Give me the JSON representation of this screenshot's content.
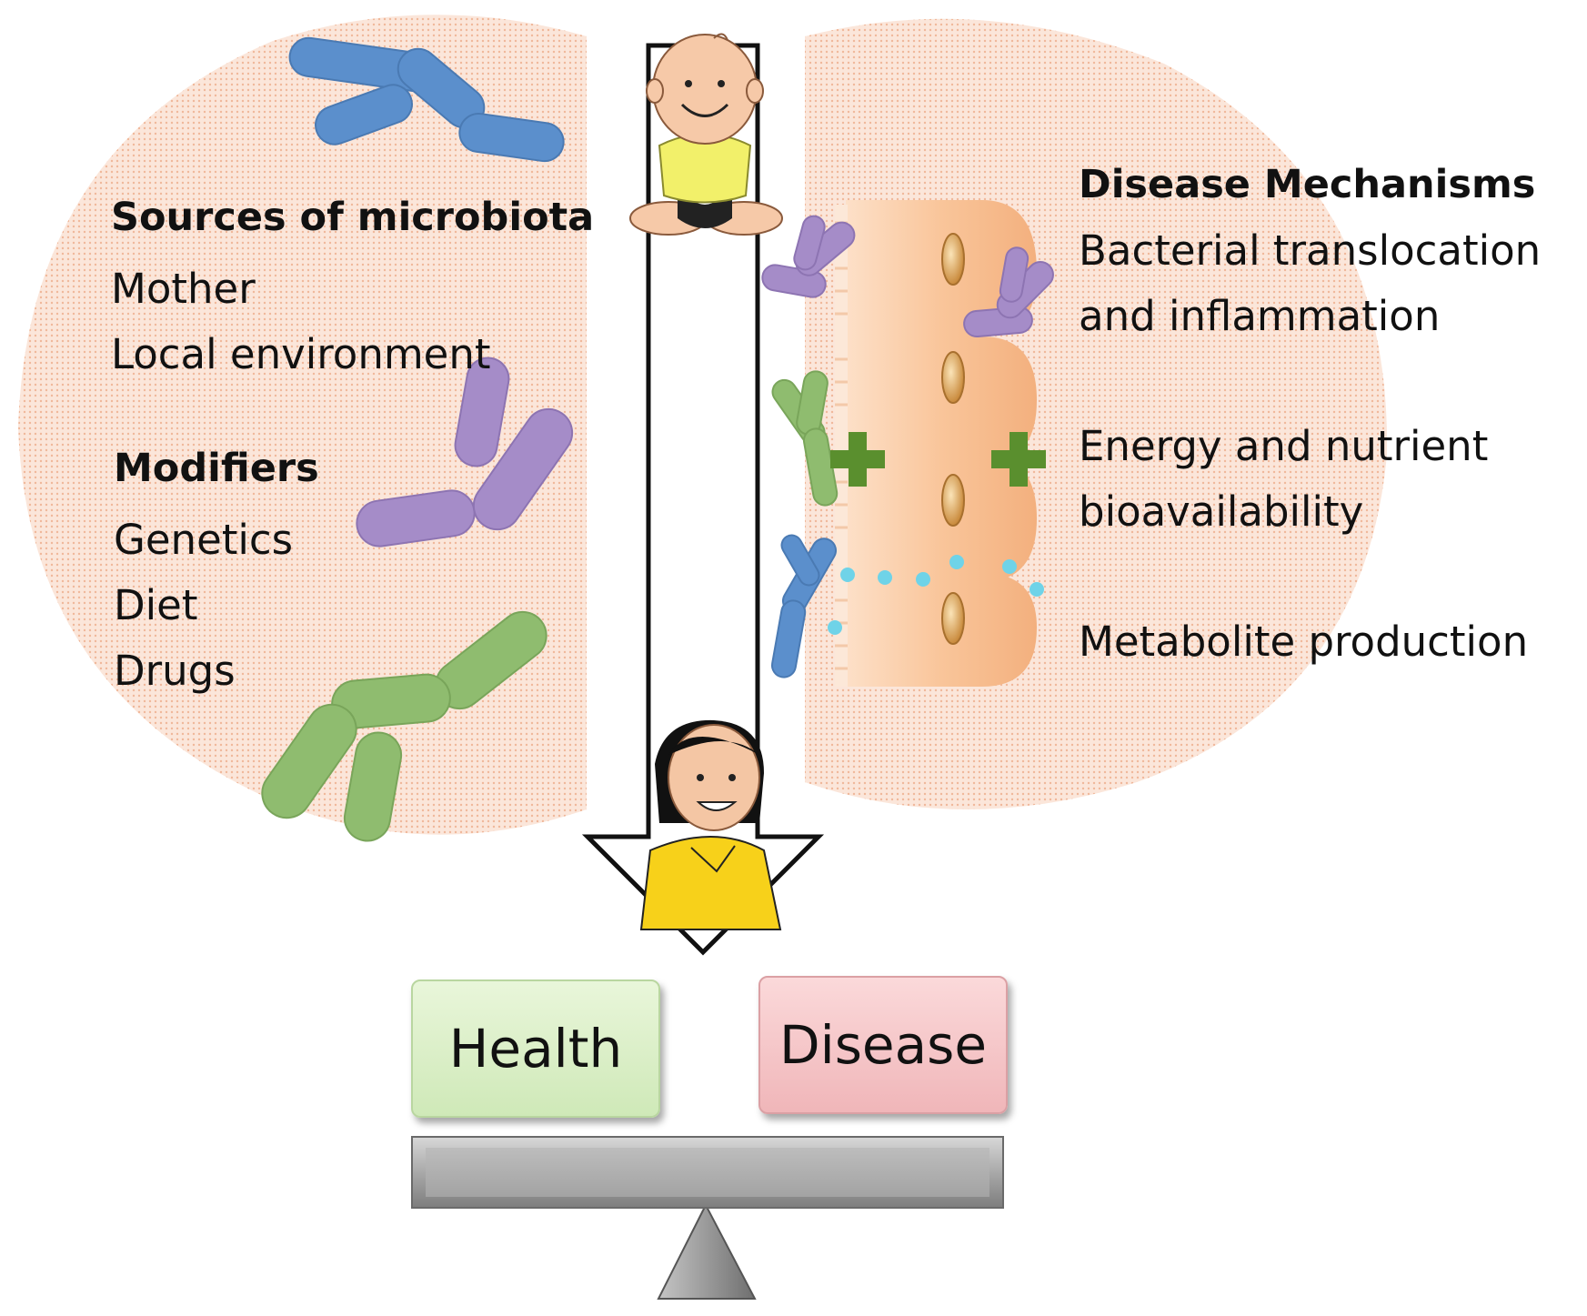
{
  "left_panel": {
    "sources_heading": "Sources of microbiota",
    "sources_items": [
      "Mother",
      "Local environment"
    ],
    "modifiers_heading": "Modifiers",
    "modifiers_items": [
      "Genetics",
      "Diet",
      "Drugs"
    ]
  },
  "right_panel": {
    "heading": "Disease Mechanisms",
    "mechanisms": [
      {
        "line1": "Bacterial translocation",
        "line2": "and inflammation"
      },
      {
        "line1": "Energy and nutrient",
        "line2": "bioavailability"
      },
      {
        "line1": "Metabolite production",
        "line2": ""
      }
    ]
  },
  "balance": {
    "health_label": "Health",
    "disease_label": "Disease"
  },
  "colors": {
    "blob_fill": "#fbe3d6",
    "bacteria_blue": "#5b8fcc",
    "bacteria_purple": "#a58cc8",
    "bacteria_green": "#8fbc6f",
    "plus_green": "#5a8f2e",
    "metabolite_dot": "#6fd3e8",
    "cell_orange": "#f8c9a0",
    "child_shirt": "#f7d11a",
    "beam_gray": "#9a9a9a"
  },
  "icons": [
    "baby-icon",
    "child-icon",
    "bacteria-icon",
    "epithelial-cell-icon",
    "balance-scale-icon",
    "down-arrow-icon"
  ]
}
